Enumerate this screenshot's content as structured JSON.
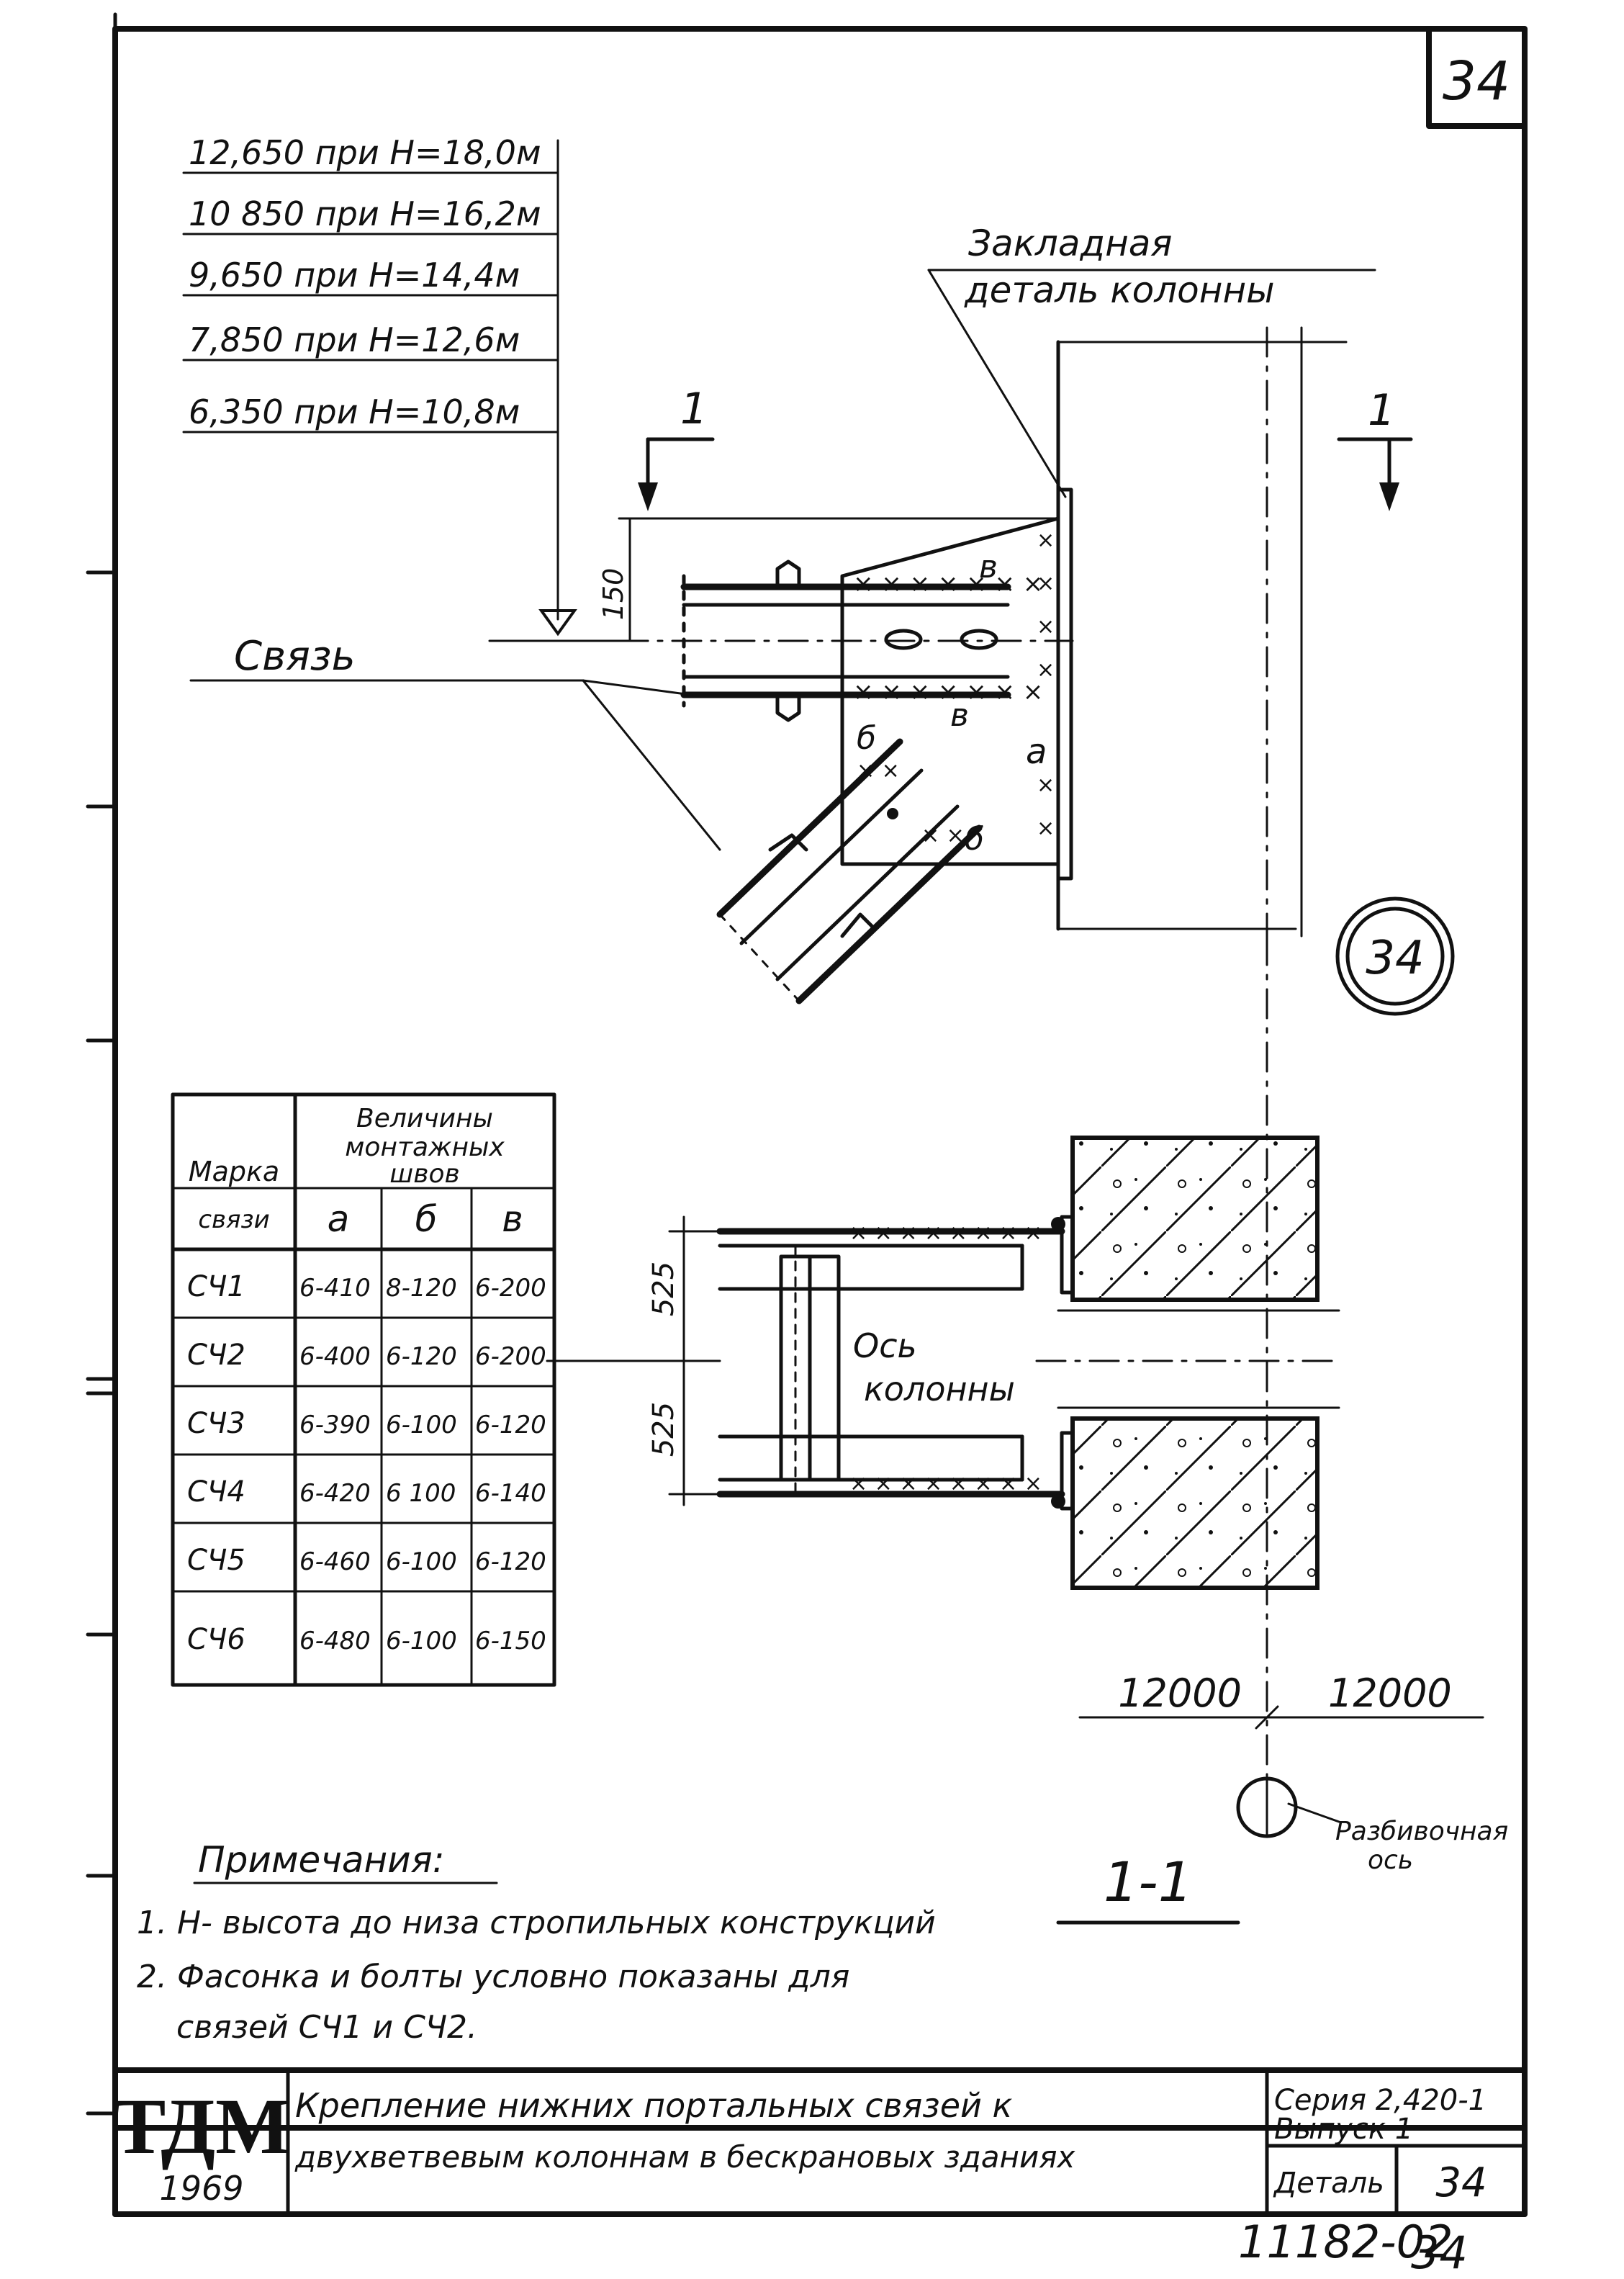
{
  "sheet": {
    "number": "34",
    "document_code": "11182-02",
    "page_number": "34"
  },
  "elevations": [
    "12,650 при Н=18,0м",
    "10 850 при Н=16,2м",
    "9,650 при Н=14,4м",
    "7,850 при Н=12,6м",
    "6,350 при Н=10,8м"
  ],
  "labels": {
    "embedded_part_line1": "Закладная",
    "embedded_part_line2": "деталь колонны",
    "brace": "Связь",
    "dim_150": "150",
    "section_mark": "1",
    "weld_a": "а",
    "weld_b": "б",
    "weld_v": "в",
    "detail_circle": "34",
    "dim_525_top": "525",
    "dim_525_bottom": "525",
    "column_axis_line1": "Ось",
    "column_axis_line2": "колонны",
    "span_left": "12000",
    "span_right": "12000",
    "layout_axis_line1": "Разбивочная",
    "layout_axis_line2": "ось",
    "section_title": "1-1"
  },
  "weld_table": {
    "header_mark_line1": "Марка",
    "header_mark_line2": "связи",
    "header_values_line1": "Величины",
    "header_values_line2": "монтажных",
    "header_values_line3": "швов",
    "columns": [
      "а",
      "б",
      "в"
    ],
    "rows": [
      {
        "mark": "СЧ1",
        "a": "6-410",
        "b": "8-120",
        "v": "6-200"
      },
      {
        "mark": "СЧ2",
        "a": "6-400",
        "b": "6-120",
        "v": "6-200"
      },
      {
        "mark": "СЧ3",
        "a": "6-390",
        "b": "6-100",
        "v": "6-120"
      },
      {
        "mark": "СЧ4",
        "a": "6-420",
        "b": "6 100",
        "v": "6-140"
      },
      {
        "mark": "СЧ5",
        "a": "6-460",
        "b": "6-100",
        "v": "6-120"
      },
      {
        "mark": "СЧ6",
        "a": "6-480",
        "b": "6-100",
        "v": "6-150"
      }
    ]
  },
  "notes": {
    "title": "Примечания:",
    "line1": "1. Н- высота до низа стропильных конструкций",
    "line2": "2. Фасонка и болты условно показаны для",
    "line3": "связей СЧ1 и СЧ2."
  },
  "title_block": {
    "logo": "ТДМ",
    "year": "1969",
    "title_line1": "Крепление нижних портальных связей к",
    "title_line2": "двухветвевым колоннам в бескрановых зданиях",
    "series": "Серия 2,420-1",
    "issue": "Выпуск 1",
    "detail_label": "Деталь",
    "detail_number": "34"
  }
}
